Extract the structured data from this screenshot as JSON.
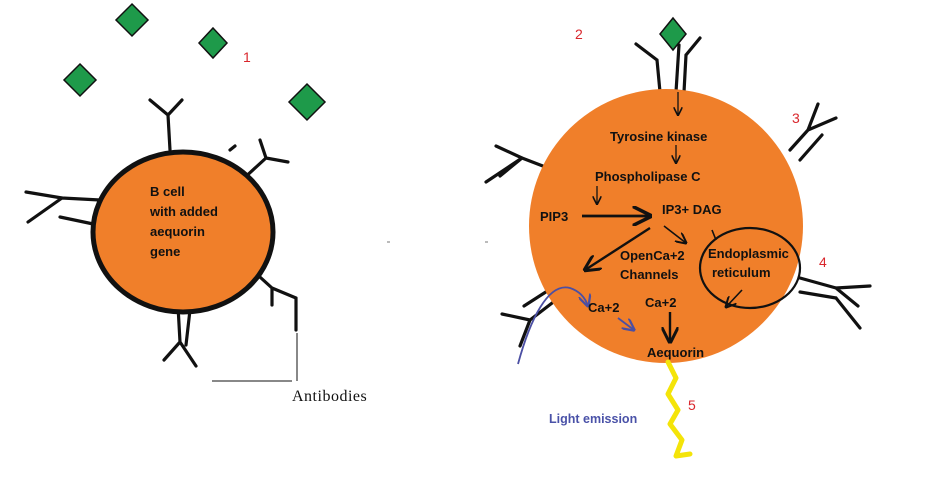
{
  "colors": {
    "cell_fill": "#f07f2a",
    "cell_outline": "#111111",
    "antigen_fill": "#1e9a4a",
    "step_number": "#d9262c",
    "light_text": "#4a52a8",
    "light_wave": "#f4e409",
    "ca_arrow": "#4b4fa3"
  },
  "step_numbers": [
    "1",
    "2",
    "3",
    "4",
    "5"
  ],
  "left_cell": {
    "label_lines": [
      "B cell",
      "with added",
      "aequorin",
      "gene"
    ],
    "antibodies_label": "Antibodies"
  },
  "right_cell": {
    "tyrosine_kinase": "Tyrosine kinase",
    "phospholipase_c": "Phospholipase C",
    "pip3": "PIP3",
    "ip3_dag": "IP3+ DAG",
    "open_ca_line1": "OpenCa+2",
    "open_ca_line2": "Channels",
    "er_line1": "Endoplasmic",
    "er_line2": "reticulum",
    "ca_left": "Ca+2",
    "ca_right": "Ca+2",
    "aequorin": "Aequorin"
  },
  "light_emission": "Light emission",
  "icons": {
    "antigen": "green-diamond-icon",
    "antibody": "y-shaped-antibody-icon",
    "light": "zigzag-light-icon"
  }
}
